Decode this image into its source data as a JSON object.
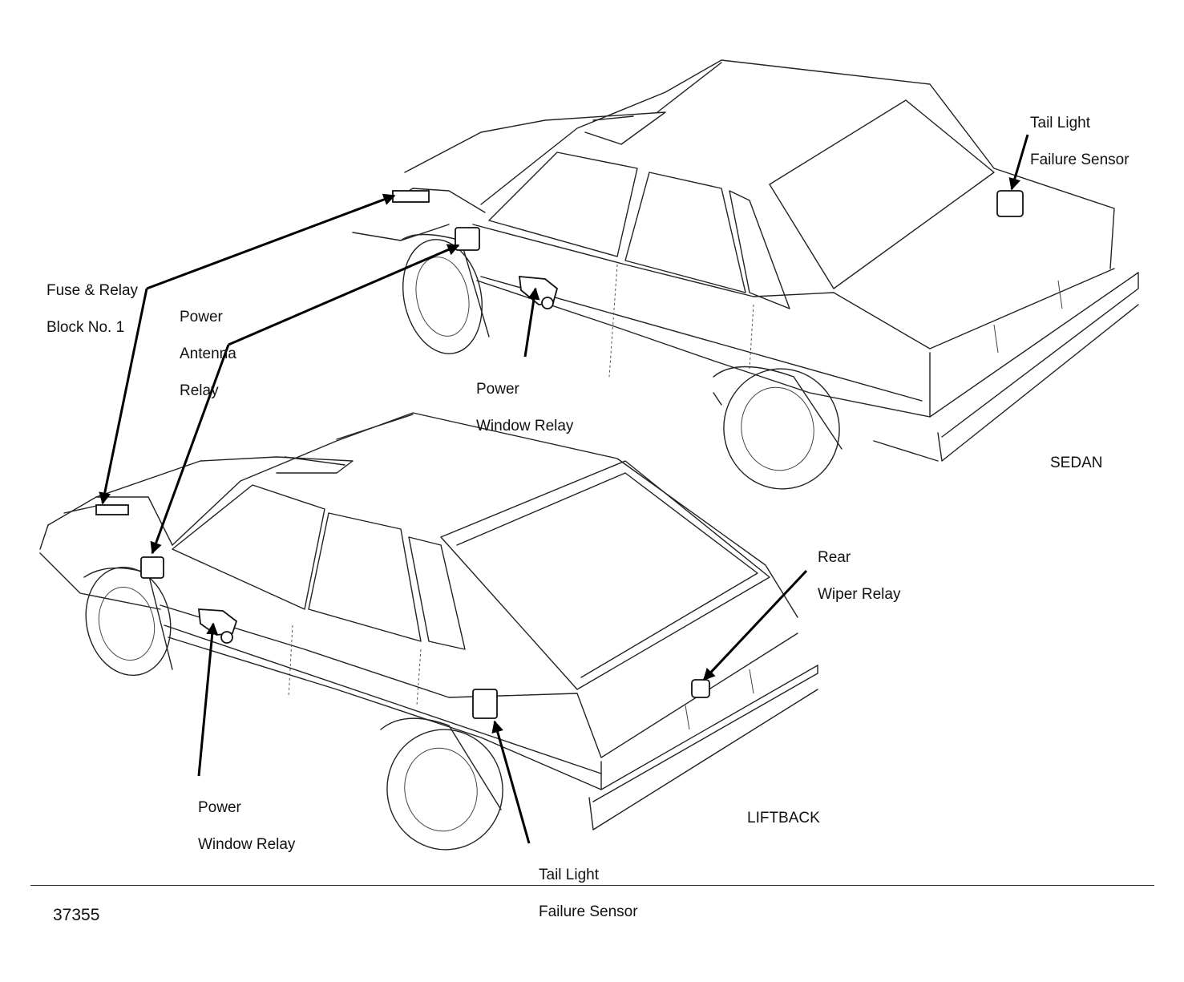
{
  "labels": {
    "fuse_relay_block": [
      "Fuse & Relay",
      "Block No. 1"
    ],
    "power_antenna_relay": [
      "Power",
      "Antenna",
      "Relay"
    ],
    "sedan_power_window_relay": [
      "Power",
      "Window Relay"
    ],
    "sedan_tail_light_sensor": [
      "Tail Light",
      "Failure Sensor"
    ],
    "sedan_caption": "SEDAN",
    "rear_wiper_relay": [
      "Rear",
      "Wiper Relay"
    ],
    "liftback_power_window_relay": [
      "Power",
      "Window Relay"
    ],
    "liftback_tail_light_sensor": [
      "Tail Light",
      "Failure Sensor"
    ],
    "liftback_caption": "LIFTBACK"
  },
  "figure_number": "37355"
}
